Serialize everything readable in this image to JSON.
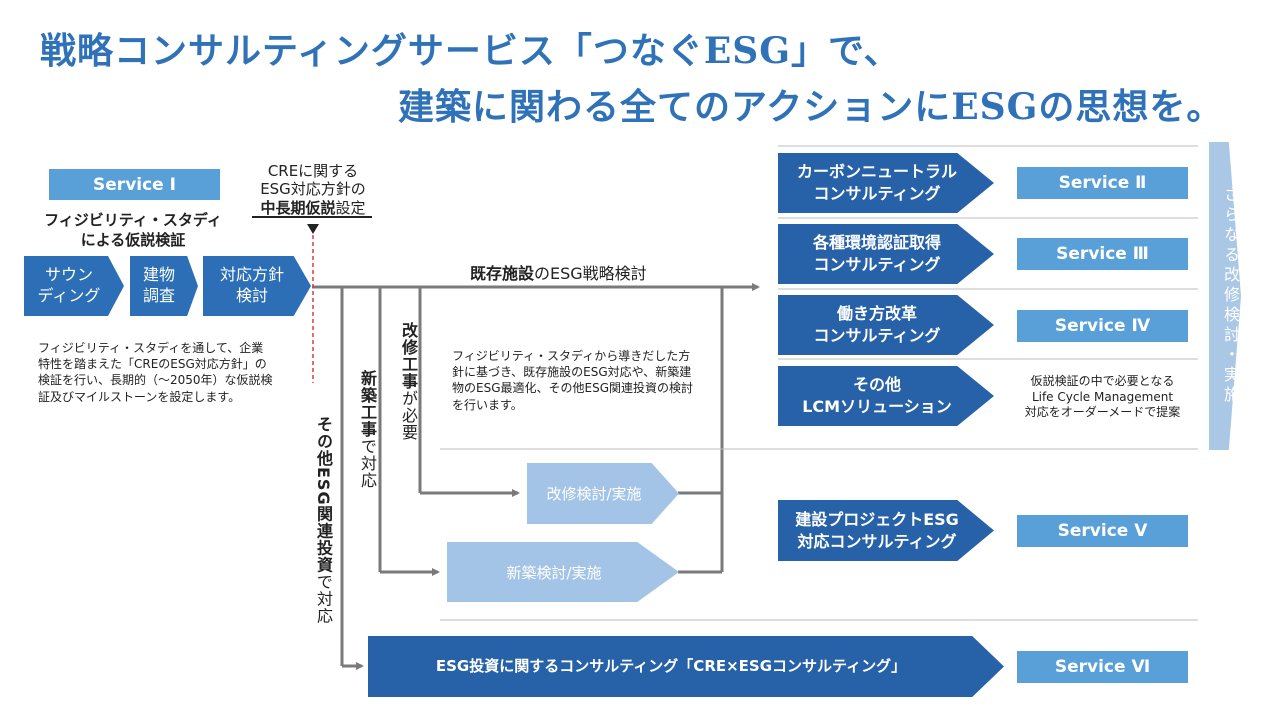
{
  "title": {
    "line1": "戦略コンサルティングサービス「つなぐESG」で、",
    "line2": "建築に関わる全てのアクションにESGの思想を。"
  },
  "left": {
    "service_label": "Service Ⅰ",
    "heading_line1": "フィジビリティ・スタディ",
    "heading_line2": "による仮説検証",
    "steps": [
      "サウン\nディング",
      "建物\n調査",
      "対応方針\n検討"
    ],
    "description": "フィジビリティ・スタディを通して、企業特性を踏まえた「CREのESG対応方針」の検証を行い、長期的（～2050年）な仮説検証及びマイルストーンを設定します。"
  },
  "cre_note": {
    "line1": "CREに関する",
    "line2": "ESG対応方針の",
    "line3_bold": "中長期仮説",
    "line3_rest": "設定"
  },
  "existing": {
    "label_bold": "既存施設",
    "label_rest": "のESG戦略検討",
    "description": "フィジビリティ・スタディから導きだした方針に基づき、既存施設のESG対応や、新築建物のESG最適化、その他ESG関連投資の検討を行います。"
  },
  "vertical_labels": {
    "renovation_bold": "改修工事",
    "renovation_rest": "が必要",
    "newbuild_bold": "新築工事",
    "newbuild_rest": "で対応",
    "other_bold": "その他ESG関連投資",
    "other_rest": "で対応"
  },
  "flows": {
    "renovation": "改修検討/実施",
    "newbuild": "新築検討/実施"
  },
  "services": [
    {
      "name_line1": "カーボンニュートラル",
      "name_line2": "コンサルティング",
      "label": "Service Ⅱ"
    },
    {
      "name_line1": "各種環境認証取得",
      "name_line2": "コンサルティング",
      "label": "Service Ⅲ"
    },
    {
      "name_line1": "働き方改革",
      "name_line2": "コンサルティング",
      "label": "Service Ⅳ"
    },
    {
      "name_line1": "その他",
      "name_line2": "LCMソリューション",
      "label": ""
    }
  ],
  "lcm_note": {
    "line1": "仮説検証の中で必要となる",
    "line2": "Life Cycle Management",
    "line3": "対応をオーダーメードで提案"
  },
  "service5": {
    "name_line1": "建設プロジェクトESG",
    "name_line2": "対応コンサルティング",
    "label": "Service Ⅴ"
  },
  "service6": {
    "name": "ESG投資に関するコンサルティング「CRE×ESGコンサルティング」",
    "label": "Service Ⅵ"
  },
  "side_arrow": "さらなる改修検討・実施",
  "colors": {
    "title": "#2f72b8",
    "dark_blue": "#2762a8",
    "service_blue": "#5aa0d8",
    "light_blue": "#a3c4e6",
    "side_arrow": "#aac8e6"
  }
}
